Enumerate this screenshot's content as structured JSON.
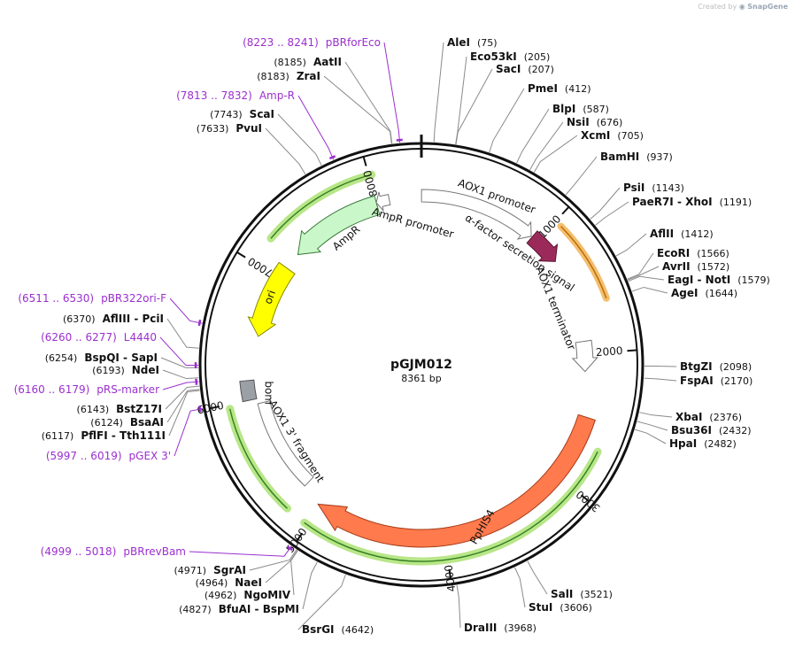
{
  "watermark": {
    "prefix": "Created by",
    "brand": "SnapGene"
  },
  "plasmid": {
    "name": "pGJM012",
    "length_label": "8361 bp",
    "length": 8361
  },
  "colors": {
    "backbone": "#111111",
    "primer": "#9b2fcf",
    "ampr": "#c9f7c9",
    "ori": "#ffff00",
    "pphis4": "#ff7a4d",
    "bom": "#9aa0a6",
    "alpha": "#9b2a5a",
    "halo_green": "#a6e06a",
    "halo_orange": "#f2b356"
  },
  "ticks": [
    {
      "pos": 1000,
      "label": "1000"
    },
    {
      "pos": 2000,
      "label": "2000"
    },
    {
      "pos": 3000,
      "label": "3000"
    },
    {
      "pos": 4000,
      "label": "4000"
    },
    {
      "pos": 5000,
      "label": "5000"
    },
    {
      "pos": 6000,
      "label": "6000"
    },
    {
      "pos": 7000,
      "label": "7000"
    },
    {
      "pos": 8000,
      "label": "8000"
    }
  ],
  "features": [
    {
      "name": "AOX1 promoter",
      "start": 1,
      "end": 941,
      "kind": "promoter",
      "fill": "#ffffff"
    },
    {
      "name": "α-factor secretion signal",
      "start": 950,
      "end": 1216,
      "kind": "cds",
      "fill": "#9b2a5a"
    },
    {
      "name": "AOX1 terminator",
      "start": 1900,
      "end": 2145,
      "kind": "terminator",
      "fill": "#ffffff"
    },
    {
      "name": "PpHIS4",
      "start": 2500,
      "end": 5030,
      "kind": "cds",
      "fill": "#ff7a4d"
    },
    {
      "name": "AOX1 3' fragment",
      "start": 5200,
      "end": 5960,
      "kind": "misc",
      "fill": "#ffffff"
    },
    {
      "name": "bom",
      "start": 6000,
      "end": 6150,
      "kind": "box",
      "fill": "#9aa0a6"
    },
    {
      "name": "ori",
      "start": 6500,
      "end": 7100,
      "kind": "ori",
      "fill": "#ffff00"
    },
    {
      "name": "AmpR",
      "start": 7240,
      "end": 8000,
      "kind": "cds",
      "fill": "#c9f7c9"
    },
    {
      "name": "AmpR promoter",
      "start": 8000,
      "end": 8105,
      "kind": "promoter",
      "fill": "#ffffff"
    }
  ],
  "sites": [
    {
      "name": "AleI",
      "pos_label": "(75)",
      "pos": 75
    },
    {
      "name": "Eco53kI",
      "pos_label": "(205)",
      "pos": 205
    },
    {
      "name": "SacI",
      "pos_label": "(207)",
      "pos": 207
    },
    {
      "name": "PmeI",
      "pos_label": "(412)",
      "pos": 412
    },
    {
      "name": "BlpI",
      "pos_label": "(587)",
      "pos": 587
    },
    {
      "name": "NsiI",
      "pos_label": "(676)",
      "pos": 676
    },
    {
      "name": "XcmI",
      "pos_label": "(705)",
      "pos": 705
    },
    {
      "name": "BamHI",
      "pos_label": "(937)",
      "pos": 937
    },
    {
      "name": "PsiI",
      "pos_label": "(1143)",
      "pos": 1143
    },
    {
      "name": "PaeR7I - XhoI",
      "pos_label": "(1191)",
      "pos": 1191
    },
    {
      "name": "AflII",
      "pos_label": "(1412)",
      "pos": 1412
    },
    {
      "name": "EcoRI",
      "pos_label": "(1566)",
      "pos": 1566
    },
    {
      "name": "AvrII",
      "pos_label": "(1572)",
      "pos": 1572
    },
    {
      "name": "EagI - NotI",
      "pos_label": "(1579)",
      "pos": 1579
    },
    {
      "name": "AgeI",
      "pos_label": "(1644)",
      "pos": 1644
    },
    {
      "name": "BtgZI",
      "pos_label": "(2098)",
      "pos": 2098
    },
    {
      "name": "FspAI",
      "pos_label": "(2170)",
      "pos": 2170
    },
    {
      "name": "XbaI",
      "pos_label": "(2376)",
      "pos": 2376
    },
    {
      "name": "Bsu36I",
      "pos_label": "(2432)",
      "pos": 2432
    },
    {
      "name": "HpaI",
      "pos_label": "(2482)",
      "pos": 2482
    },
    {
      "name": "SalI",
      "pos_label": "(3521)",
      "pos": 3521
    },
    {
      "name": "StuI",
      "pos_label": "(3606)",
      "pos": 3606
    },
    {
      "name": "DraIII",
      "pos_label": "(3968)",
      "pos": 3968
    },
    {
      "name": "BsrGI",
      "pos_label": "(4642)",
      "pos": 4642
    },
    {
      "name": "BfuAI - BspMI",
      "pos_label": "(4827)",
      "pos": 4827
    },
    {
      "name": "NgoMIV",
      "pos_label": "(4962)",
      "pos": 4962
    },
    {
      "name": "NaeI",
      "pos_label": "(4964)",
      "pos": 4964
    },
    {
      "name": "SgrAI",
      "pos_label": "(4971)",
      "pos": 4971
    },
    {
      "name": "PflFI - Tth111I",
      "pos_label": "(6117)",
      "pos": 6117
    },
    {
      "name": "BsaAI",
      "pos_label": "(6124)",
      "pos": 6124
    },
    {
      "name": "BstZ17I",
      "pos_label": "(6143)",
      "pos": 6143
    },
    {
      "name": "NdeI",
      "pos_label": "(6193)",
      "pos": 6193
    },
    {
      "name": "BspQI - SapI",
      "pos_label": "(6254)",
      "pos": 6254
    },
    {
      "name": "AflIII - PciI",
      "pos_label": "(6370)",
      "pos": 6370
    },
    {
      "name": "PvuI",
      "pos_label": "(7633)",
      "pos": 7633
    },
    {
      "name": "ScaI",
      "pos_label": "(7743)",
      "pos": 7743
    },
    {
      "name": "ZraI",
      "pos_label": "(8183)",
      "pos": 8183
    },
    {
      "name": "AatII",
      "pos_label": "(8185)",
      "pos": 8185
    }
  ],
  "primers": [
    {
      "name": "pBRforEco",
      "range_label": "(8223 .. 8241)",
      "pos": 8232
    },
    {
      "name": "Amp-R",
      "range_label": "(7813 .. 7832)",
      "pos": 7822
    },
    {
      "name": "pBR322ori-F",
      "range_label": "(6511 .. 6530)",
      "pos": 6520
    },
    {
      "name": "L4440",
      "range_label": "(6260 .. 6277)",
      "pos": 6268
    },
    {
      "name": "pRS-marker",
      "range_label": "(6160 .. 6179)",
      "pos": 6170
    },
    {
      "name": "pGEX 3'",
      "range_label": "(5997 .. 6019)",
      "pos": 6008
    },
    {
      "name": "pBRrevBam",
      "range_label": "(4999 .. 5018)",
      "pos": 5008
    }
  ]
}
